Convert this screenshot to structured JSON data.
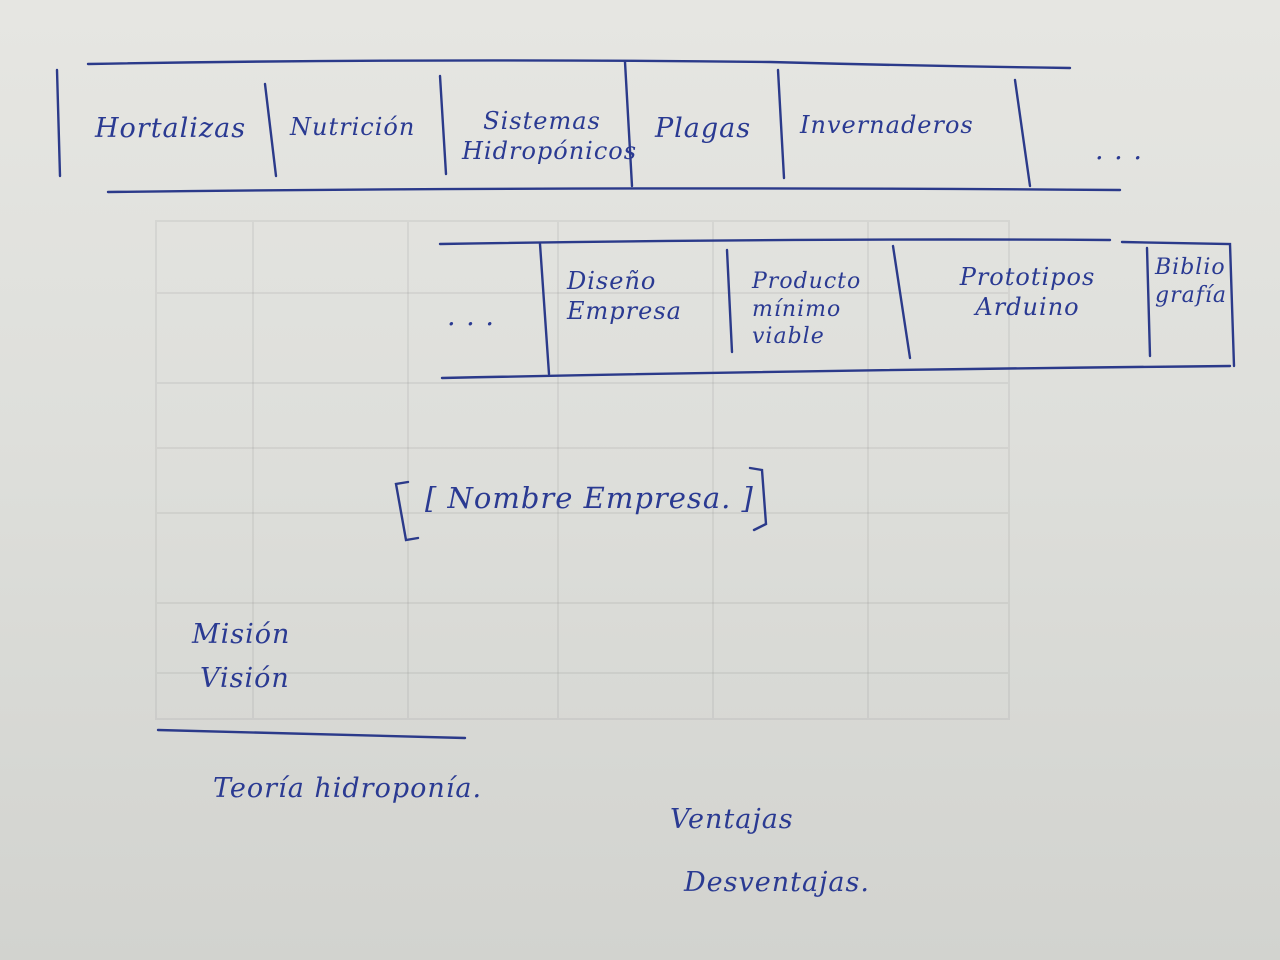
{
  "top_tabs": [
    "Hortalizas",
    "Nutrición",
    "Sistemas Hidropónicos",
    "Plagas",
    "Invernaderos",
    ". . ."
  ],
  "second_tabs": [
    ". . .",
    "Diseño Empresa",
    "Producto mínimo viable",
    "Prototipos Arduino",
    "Biblio grafía"
  ],
  "company_placeholder": "[ Nombre Empresa. ]",
  "mission": "Misión",
  "vision": "Visión",
  "theory": "Teoría hidroponía.",
  "advantages": "Ventajas",
  "disadvantages": "Desventajas.",
  "colors": {
    "ink": "#2a3a92",
    "paper": "#e2e2de"
  }
}
